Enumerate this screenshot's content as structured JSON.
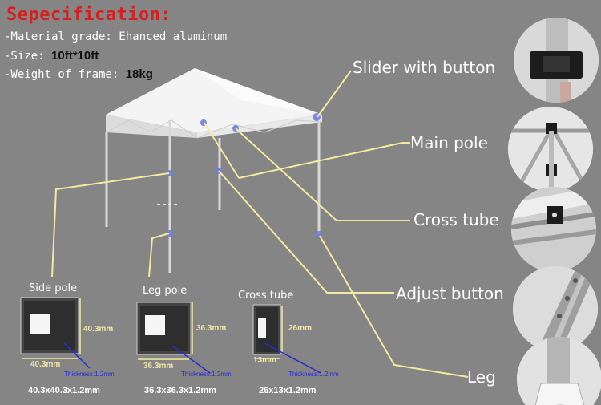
{
  "spec": {
    "title": "Sepecification:",
    "material_label": "-Material grade: ",
    "material_value": "Ehanced aluminum",
    "size_label": "-Size: ",
    "size_value": "10ft*10ft",
    "weight_label": "-Weight of frame: ",
    "weight_value": "18kg"
  },
  "callouts": {
    "slider": "Slider with button",
    "main_pole": "Main pole",
    "cross_tube": "Cross tube",
    "adjust_button": "Adjust button",
    "leg": "Leg"
  },
  "tubes": [
    {
      "title": "Side pole",
      "side": "40.3mm",
      "bottom": "40.3mm",
      "thickness": "Thickness:",
      "thickness_value": "1.2mm",
      "dims": "40.3x40.3x1.2mm"
    },
    {
      "title": "Leg pole",
      "side": "36.3mm",
      "bottom": "36.3mm",
      "thickness": "Thickness:",
      "thickness_value": "1.2mm",
      "dims": "36.3x36.3x1.2mm"
    },
    {
      "title": "Cross tube",
      "side": "26mm",
      "bottom": "13mm",
      "thickness": "Thickness:",
      "thickness_value": "1.2mm",
      "dims": "26x13x1.2mm"
    }
  ],
  "colors": {
    "background": "#858585",
    "title_red": "#d62020",
    "label_yellow": "#f1e7a6",
    "thickness_blue": "#2a2bd0",
    "leader_line": "#f3eaa0"
  }
}
